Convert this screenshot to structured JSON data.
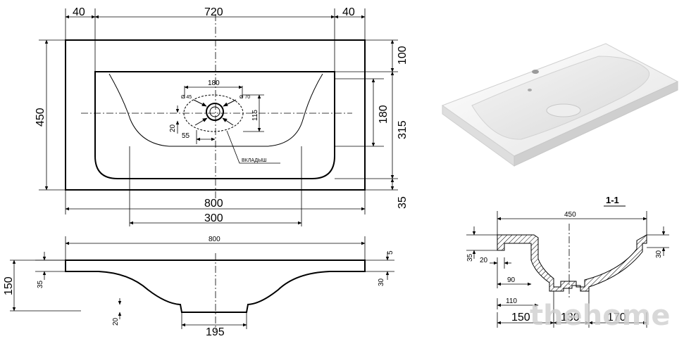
{
  "top_view": {
    "dim_width_total": "800",
    "dim_inner_width": "720",
    "dim_left_margin": "40",
    "dim_right_margin": "40",
    "dim_depth_total": "450",
    "dim_top_margin": "100",
    "dim_bowl_depth": "315",
    "dim_bottom_margin": "35",
    "dim_oval_width": "180",
    "dim_oval_height": "115",
    "dim_bowl_label_180": "180",
    "dim_drain_offset_55": "55",
    "dim_drain_offset_20": "20",
    "dim_bowl_bottom_300": "300",
    "dim_hole_45": "Ø 45",
    "dim_hole_70": "Ø 70",
    "label_insert": "ВКЛАДЫШ"
  },
  "front_view": {
    "dim_width": "800",
    "dim_height": "150",
    "dim_rim": "35",
    "dim_edge": "30",
    "dim_top": "5",
    "dim_base": "20",
    "dim_drain": "195"
  },
  "section": {
    "title": "1-1",
    "dim_width": "450",
    "dim_rim_left": "35",
    "dim_rim_right": "30",
    "dim_wall": "20",
    "dim_90": "90",
    "dim_110": "110",
    "dim_150": "150",
    "dim_130": "130",
    "dim_170": "170"
  },
  "watermark": "thehome"
}
